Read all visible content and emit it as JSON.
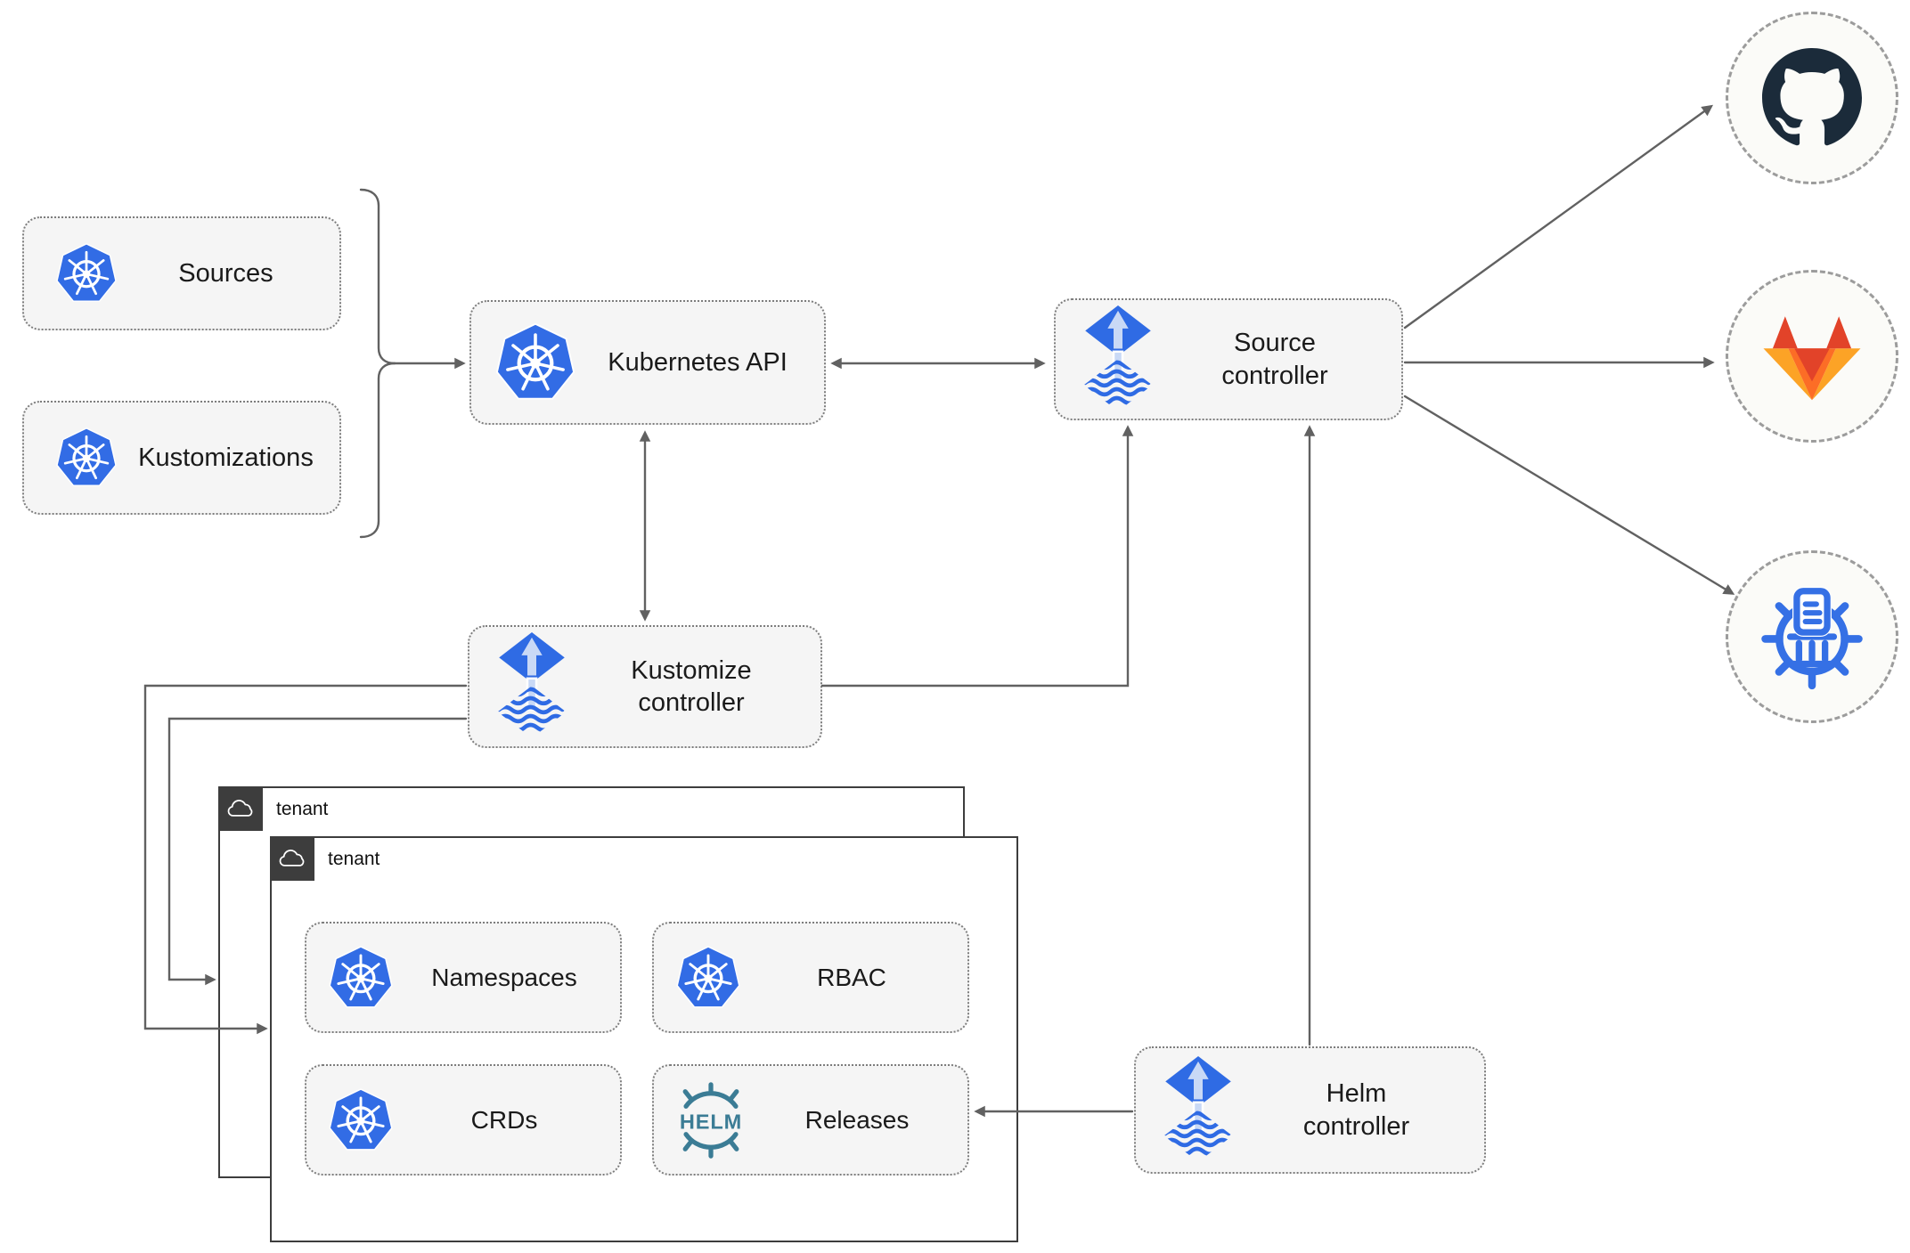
{
  "nodes": {
    "sources": {
      "label": "Sources",
      "icon": "kubernetes"
    },
    "kustomizations": {
      "label": "Kustomizations",
      "icon": "kubernetes"
    },
    "kubernetes_api": {
      "label": "Kubernetes API",
      "icon": "kubernetes"
    },
    "source_controller": {
      "label": "Source\ncontroller",
      "icon": "flux"
    },
    "kustomize_controller": {
      "label": "Kustomize\ncontroller",
      "icon": "flux"
    },
    "helm_controller": {
      "label": "Helm\ncontroller",
      "icon": "flux"
    },
    "tenant_back": {
      "label": "tenant",
      "icon": "cloud"
    },
    "tenant_front": {
      "label": "tenant",
      "icon": "cloud"
    },
    "namespaces": {
      "label": "Namespaces",
      "icon": "kubernetes"
    },
    "rbac": {
      "label": "RBAC",
      "icon": "kubernetes"
    },
    "crds": {
      "label": "CRDs",
      "icon": "kubernetes"
    },
    "releases": {
      "label": "Releases",
      "icon": "helm",
      "icon_text": "HELM"
    }
  },
  "endpoints": {
    "github": {
      "icon": "github"
    },
    "gitlab": {
      "icon": "gitlab"
    },
    "helm_repository": {
      "icon": "helm-repository"
    }
  },
  "edges": [
    {
      "from": "sources_and_kustomizations_brace",
      "to": "kubernetes_api",
      "type": "arrow"
    },
    {
      "from": "kubernetes_api",
      "to": "source_controller",
      "type": "bidirectional"
    },
    {
      "from": "kubernetes_api",
      "to": "kustomize_controller",
      "type": "bidirectional"
    },
    {
      "from": "kustomize_controller",
      "to": "source_controller",
      "type": "arrow"
    },
    {
      "from": "kustomize_controller",
      "to": "tenant_front",
      "type": "arrow"
    },
    {
      "from": "kustomize_controller",
      "to": "tenant_back",
      "type": "arrow"
    },
    {
      "from": "helm_controller",
      "to": "source_controller",
      "type": "arrow"
    },
    {
      "from": "helm_controller",
      "to": "releases",
      "type": "arrow"
    },
    {
      "from": "source_controller",
      "to": "github",
      "type": "arrow"
    },
    {
      "from": "source_controller",
      "to": "gitlab",
      "type": "arrow"
    },
    {
      "from": "source_controller",
      "to": "helm_repository",
      "type": "arrow"
    }
  ],
  "colors": {
    "background": "#ffffff",
    "node_fill": "#f5f5f5",
    "node_border": "#7d7d7d",
    "tenant_border": "#3d3d3d",
    "connector_gray": "#616161",
    "kubernetes_blue": "#326ce5",
    "flux_blue": "#2f6be4",
    "flux_arrow_light": "#c9d9f6",
    "helm_teal": "#3b7c95",
    "github_dark": "#1b2b3a",
    "gitlab_red_orange": "#e24329",
    "gitlab_orange": "#fc6d26",
    "gitlab_light_orange": "#fca326",
    "helm_repository_blue": "#3570e5"
  }
}
